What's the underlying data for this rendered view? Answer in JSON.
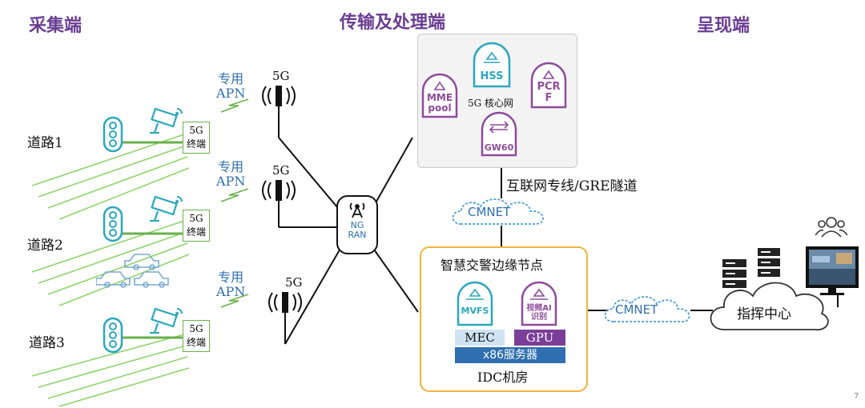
{
  "headers": {
    "collect": "采集端",
    "transfer": "传输及处理端",
    "present": "呈现端"
  },
  "roads": [
    "道路1",
    "道路2",
    "道路3"
  ],
  "apn_lines": [
    "专用",
    "APN"
  ],
  "tower_label": "5G",
  "terminal_lines": [
    "5G",
    "终端"
  ],
  "ngran": {
    "line1": "NG",
    "line2": "RAN"
  },
  "core": {
    "title": "5G 核心网",
    "hss": "HSS",
    "mme_line1": "MME",
    "mme_line2": "pool",
    "pcrf_line1": "PCR",
    "pcrf_line2": "F",
    "gw": "GW60"
  },
  "link_label": "互联网专线/GRE隧道",
  "cmnet": "CMNET",
  "edge": {
    "title": "智慧交警边缘节点",
    "mvfs": "MVFS",
    "ai_line1": "视频AI",
    "ai_line2": "识别",
    "mec": "MEC",
    "gpu": "GPU",
    "server": "x86服务器",
    "room": "IDC机房"
  },
  "command_center": "指挥中心",
  "page_number": "7",
  "colors": {
    "header": "#6a3d92",
    "apn": "#2f6fb0",
    "teal": "#2aa7bd",
    "purple": "#8e4b9c",
    "green": "#7cc45a",
    "edge_border": "#f0b43c",
    "mec_bg": "#cfe3f3",
    "gpu_bg": "#7a3e98",
    "server_bg": "#2f6fb0"
  }
}
